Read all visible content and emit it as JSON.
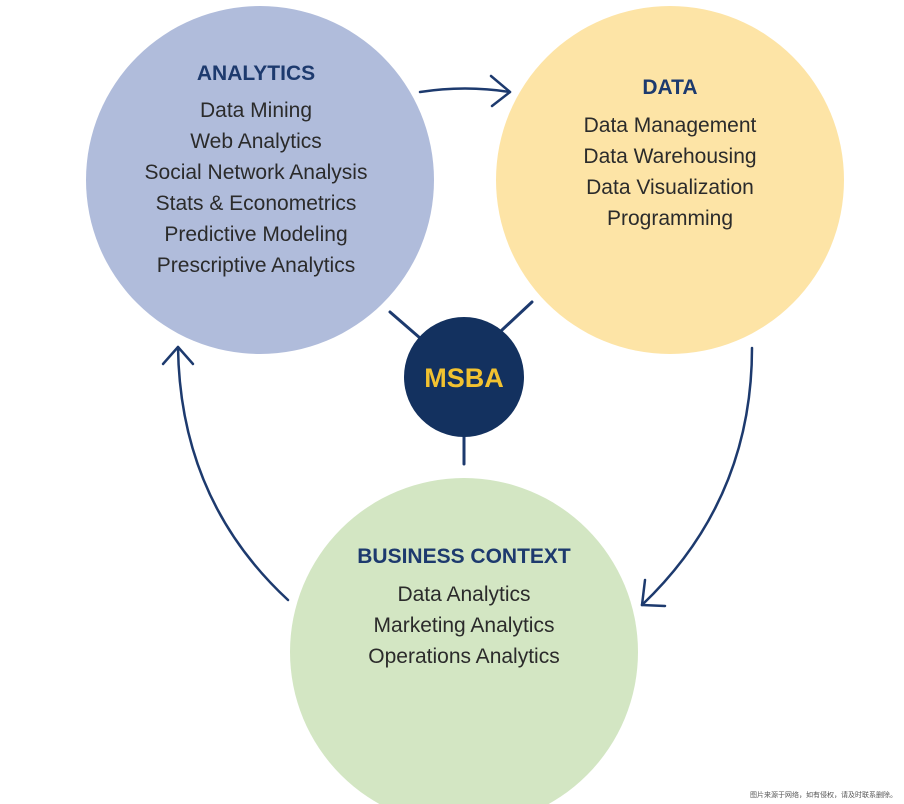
{
  "colors": {
    "analytics_fill": "#b0bcdb",
    "data_fill": "#fde4a6",
    "business_fill": "#d3e6c3",
    "hub_fill": "#13315f",
    "hub_text": "#f2c230",
    "title_text": "#1d3a6e",
    "item_text": "#2b2b2b",
    "arrow": "#1d3a6e"
  },
  "center": {
    "label": "MSBA"
  },
  "analytics": {
    "title": "ANALYTICS",
    "items": [
      "Data Mining",
      "Web Analytics",
      "Social Network Analysis",
      "Stats & Econometrics",
      "Predictive Modeling",
      "Prescriptive Analytics"
    ]
  },
  "data": {
    "title": "DATA",
    "items": [
      "Data Management",
      "Data Warehousing",
      "Data Visualization",
      "Programming"
    ]
  },
  "business": {
    "title": "BUSINESS CONTEXT",
    "items": [
      "Data Analytics",
      "Marketing Analytics",
      "Operations Analytics"
    ]
  },
  "footer_note": "图片来源于网络，如有侵权，请及时联系删除。"
}
